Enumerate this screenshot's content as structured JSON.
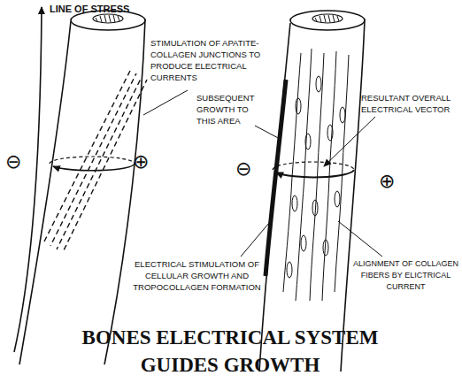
{
  "diagram": {
    "title": "BONES ELECTRICAL SYSTEM GUIDES GROWTH",
    "labels": [
      "LINE OF STRESS",
      "STIMULATION OF APATITE-COLLAGEN JUNCTIONS TO PRODUCE ELECTRICAL CURRENTS",
      "⊖",
      "⊕",
      "SUBSEQUENT GROWTH TO THIS AREA",
      "RESULTANT OVERALL ELECTRICAL VECTOR",
      "⊖",
      "⊕",
      "ELECTRICAL STIMULATIOM OF CELLULAR GROWTH AND TROPOCOLLAGEN FORMATION",
      "ALIGNMENT OF COLLAGEN FIBERS BY ELICTRICAL CURRENT"
    ]
  }
}
